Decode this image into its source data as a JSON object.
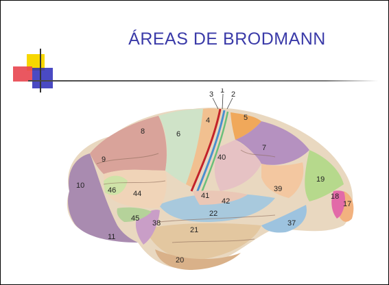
{
  "slide": {
    "title": "ÁREAS DE BRODMANN"
  },
  "brain_labels": [
    "3",
    "1",
    "2",
    "8",
    "6",
    "4",
    "5",
    "9",
    "7",
    "40",
    "10",
    "46",
    "44",
    "41",
    "42",
    "39",
    "19",
    "18",
    "17",
    "45",
    "38",
    "22",
    "21",
    "37",
    "11",
    "20"
  ],
  "colors": {
    "title": "#3a3aa8",
    "accent_yellow": "#f7d700",
    "accent_red": "#e8454f",
    "accent_blue": "#2a2ab8",
    "rule": "#555555"
  }
}
